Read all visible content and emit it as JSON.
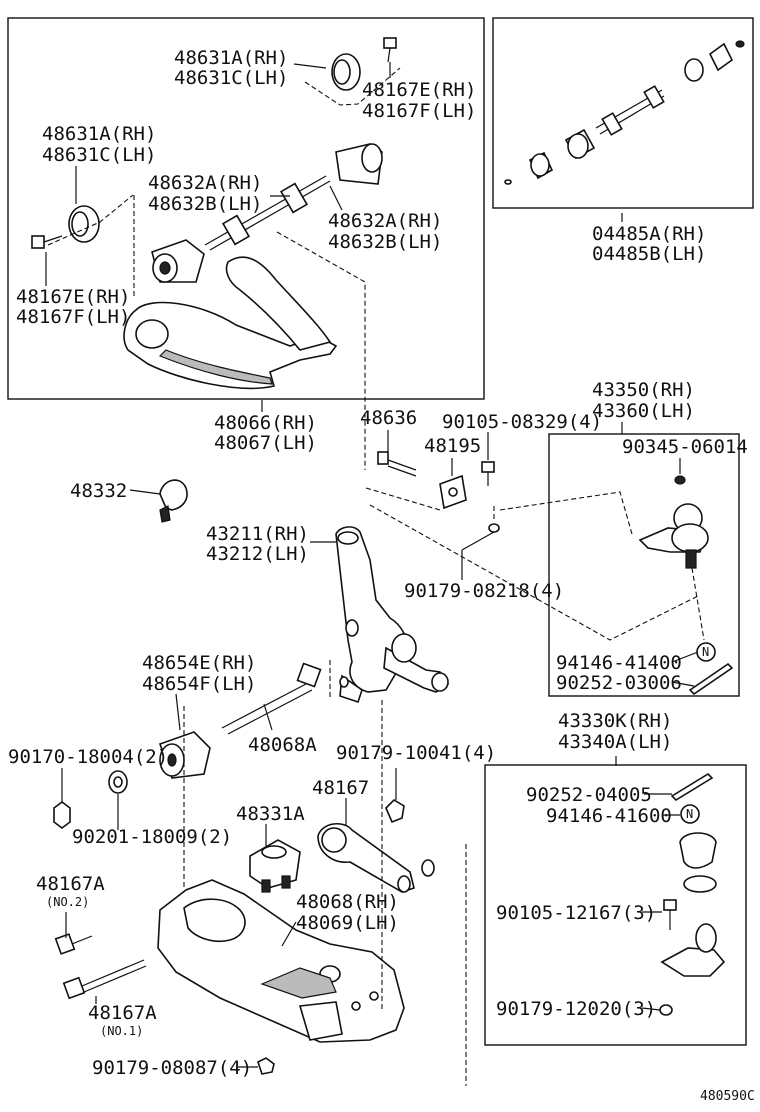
{
  "labels": {
    "p48631_a": "48631A(RH)",
    "p48631_c": "48631C(LH)",
    "p48167_e_top": "48167E(RH)",
    "p48167_f_top": "48167F(LH)",
    "p48631_a2": "48631A(RH)",
    "p48631_c2": "48631C(LH)",
    "p48632_a": "48632A(RH)",
    "p48632_b": "48632B(LH)",
    "p48632_a2": "48632A(RH)",
    "p48632_b2": "48632B(LH)",
    "p48167_e_left": "48167E(RH)",
    "p48167_f_left": "48167F(LH)",
    "p04485_a": "04485A(RH)",
    "p04485_b": "04485B(LH)",
    "p48066": "48066(RH)",
    "p48067": "48067(LH)",
    "p48636": "48636",
    "p90105_08329": "90105-08329(4)",
    "p48195": "48195",
    "p43350": "43350(RH)",
    "p43360": "43360(LH)",
    "p90345": "90345-06014",
    "p48332": "48332",
    "p43211": "43211(RH)",
    "p43212": "43212(LH)",
    "p90179_08218": "90179-08218(4)",
    "p94146_41400": "94146-41400",
    "p90252_03006": "90252-03006",
    "p48654_e": "48654E(RH)",
    "p48654_f": "48654F(LH)",
    "p48068a": "48068A",
    "p90170": "90170-18004(2)",
    "p90179_10041": "90179-10041(4)",
    "p43330": "43330K(RH)",
    "p43340": "43340A(LH)",
    "p90201": "90201-18009(2)",
    "p48331a": "48331A",
    "p48167": "48167",
    "p90252_04005": "90252-04005",
    "p94146_41600": "94146-41600",
    "p48167a_1": "48167A",
    "no2": "(NO.2)",
    "p48068_rh": "48068(RH)",
    "p48069_lh": "48069(LH)",
    "p90105_12167": "90105-12167(3)",
    "p48167a_2": "48167A",
    "no1": "(NO.1)",
    "p90179_12020": "90179-12020(3)",
    "p90179_08087": "90179-08087(4)",
    "n_mark_1": "N",
    "n_mark_2": "N",
    "diagram_code": "480590C"
  }
}
